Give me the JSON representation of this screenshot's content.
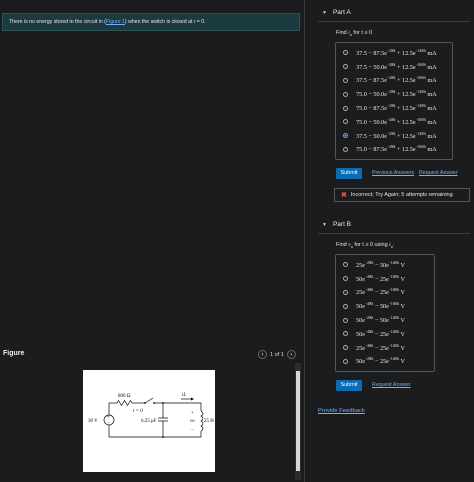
{
  "problem": {
    "prefix": "There is no energy stored in the circuit in (",
    "link": "Figure 1",
    "middle": ") when the switch is closed at ",
    "var": "t",
    "suffix": " = 0."
  },
  "figure": {
    "title": "Figure",
    "pager_text": "1 of 1",
    "prev": "‹",
    "next": "›",
    "circuit": {
      "resistor": "800 Ω",
      "source": "30 V",
      "switch_time": "t = 0",
      "capacitor": "6.25 μF",
      "current": "iL",
      "voltage": "vo",
      "inductor": "25 H"
    }
  },
  "partA": {
    "header": "Part A",
    "prompt_prefix": "Find ",
    "prompt_var": "i",
    "prompt_sub": "o",
    "prompt_suffix": " for t ≥ 0",
    "options": [
      {
        "base": "37.5 − 87.5e",
        "e1": "−200t",
        "mid": " + 12.5e",
        "e2": "−1400t",
        "unit": " mA"
      },
      {
        "base": "37.5 − 50.0e",
        "e1": "−400t",
        "mid": " + 12.5e",
        "e2": "−1600t",
        "unit": " mA"
      },
      {
        "base": "37.5 − 87.5e",
        "e1": "−400t",
        "mid": " + 12.5e",
        "e2": "−1600t",
        "unit": " mA"
      },
      {
        "base": "75.0 − 50.0e",
        "e1": "−200t",
        "mid": " + 12.5e",
        "e2": "−1400t",
        "unit": " mA"
      },
      {
        "base": "75.0 − 87.5e",
        "e1": "−200t",
        "mid": " + 12.5e",
        "e2": "−1400t",
        "unit": " mA"
      },
      {
        "base": "75.0 − 50.0e",
        "e1": "−400t",
        "mid": " + 12.5e",
        "e2": "−1600t",
        "unit": " mA"
      },
      {
        "base": "37.5 − 50.0e",
        "e1": "−200t",
        "mid": " + 12.5e",
        "e2": "−1400t",
        "unit": " mA"
      },
      {
        "base": "75.0 − 87.5e",
        "e1": "−400t",
        "mid": " + 12.5e",
        "e2": "−1600t",
        "unit": " mA"
      }
    ],
    "selected_index": 6,
    "submit": "Submit",
    "previous_answers": "Previous Answers",
    "request_answer": "Request Answer",
    "feedback": "Incorrect; Try Again; 5 attempts remaining"
  },
  "partB": {
    "header": "Part B",
    "prompt_prefix": "Find ",
    "prompt_var": "v",
    "prompt_sub": "o",
    "prompt_suffix": " for t ≥ 0 using ",
    "prompt_var2": "i",
    "prompt_sub2": "o",
    "prompt_end": ".",
    "options": [
      {
        "base": "25e",
        "e1": "−200t",
        "mid": " − 50e",
        "e2": "−1400t",
        "unit": " V"
      },
      {
        "base": "50e",
        "e1": "−400t",
        "mid": " − 25e",
        "e2": "−1600t",
        "unit": " V"
      },
      {
        "base": "25e",
        "e1": "−400t",
        "mid": " − 25e",
        "e2": "−1600t",
        "unit": " V"
      },
      {
        "base": "50e",
        "e1": "−400t",
        "mid": " − 50e",
        "e2": "−1600t",
        "unit": " V"
      },
      {
        "base": "50e",
        "e1": "−200t",
        "mid": " − 50e",
        "e2": "−1400t",
        "unit": " V"
      },
      {
        "base": "50e",
        "e1": "−400t",
        "mid": " − 25e",
        "e2": "−1400t",
        "unit": " V"
      },
      {
        "base": "25e",
        "e1": "−400t",
        "mid": " − 25e",
        "e2": "−1400t",
        "unit": " V"
      },
      {
        "base": "50e",
        "e1": "−200t",
        "mid": " − 25e",
        "e2": "−1400t",
        "unit": " V"
      }
    ],
    "submit": "Submit",
    "request_answer": "Request Answer"
  },
  "provide_feedback": "Provide Feedback",
  "colors": {
    "accent": "#0d6bb3",
    "link": "#6fb3ff",
    "error": "#e0504a",
    "problem_bg": "#1c3a40"
  }
}
